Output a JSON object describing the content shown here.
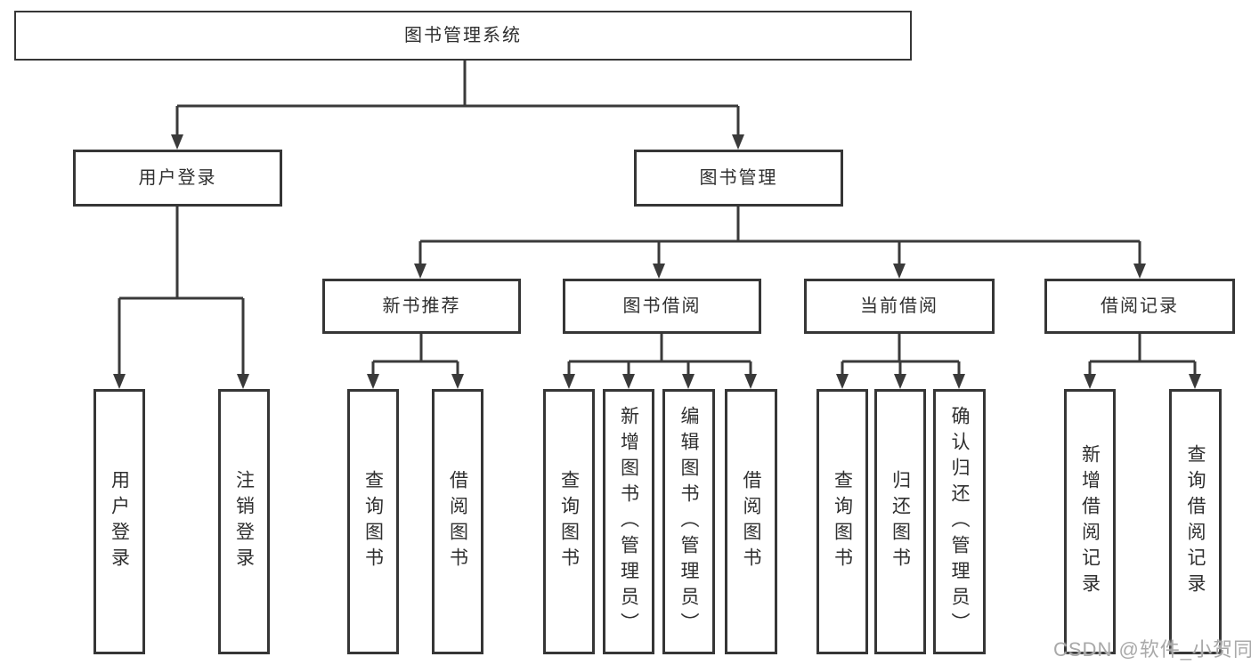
{
  "tree": {
    "label": "图书管理系统",
    "children": [
      {
        "label": "用户登录",
        "children": [
          {
            "label": "用户登录"
          },
          {
            "label": "注销登录"
          }
        ]
      },
      {
        "label": "图书管理",
        "children": [
          {
            "label": "新书推荐",
            "children": [
              {
                "label": "查询图书"
              },
              {
                "label": "借阅图书"
              }
            ]
          },
          {
            "label": "图书借阅",
            "children": [
              {
                "label": "查询图书"
              },
              {
                "label": "新增图书（管理员）"
              },
              {
                "label": "编辑图书（管理员）"
              },
              {
                "label": "借阅图书"
              }
            ]
          },
          {
            "label": "当前借阅",
            "children": [
              {
                "label": "查询图书"
              },
              {
                "label": "归还图书"
              },
              {
                "label": "确认归还（管理员）"
              }
            ]
          },
          {
            "label": "借阅记录",
            "children": [
              {
                "label": "新增借阅记录"
              },
              {
                "label": "查询借阅记录"
              }
            ]
          }
        ]
      }
    ]
  },
  "watermark": {
    "text": "CSDN @软件_小贺同学"
  },
  "colors": {
    "line": "#3a3a3a",
    "border": "#363636",
    "text": "#2f2f2f",
    "watermark": "#a9a9a9",
    "background": "#ffffff"
  }
}
